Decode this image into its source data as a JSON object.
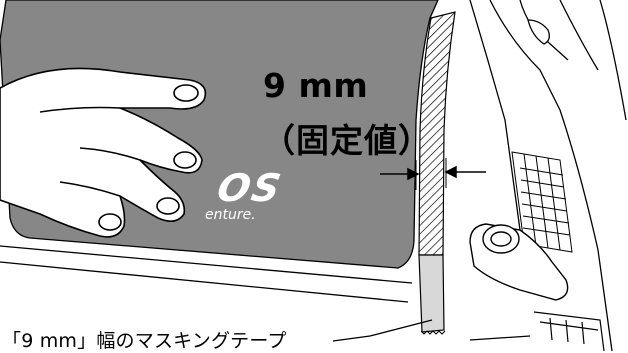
{
  "labels": {
    "dimension_value": "9 mm",
    "dimension_note": "（固定値）",
    "tape_caption": "「9 mm」幅のマスキングテープ"
  },
  "logo": {
    "main_text": "OS",
    "tagline": "enture."
  },
  "colors": {
    "mat": "#878787",
    "outline": "#000000",
    "tape": "#d8d8d8",
    "background": "#ffffff"
  }
}
